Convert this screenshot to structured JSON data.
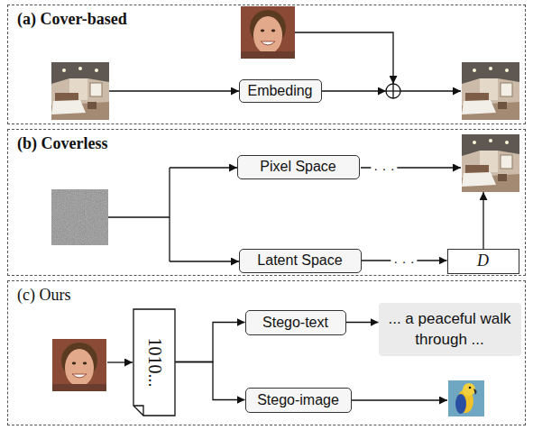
{
  "diagram": {
    "nodes": [
      {
        "text": [
          "(a) Cover-based"
        ]
      },
      {
        "text": [
          "Embeding"
        ],
        "in": 0
      },
      {
        "text": [
          "(b) Coverless"
        ]
      },
      {
        "text": [
          "Pixel Space"
        ],
        "in": 2
      },
      {
        "text": [
          "Latent Space"
        ],
        "in": 2
      },
      {
        "text": [
          "D"
        ],
        "in": 2
      },
      {
        "text": [
          "(c) Ours"
        ]
      },
      {
        "text": [
          "1010..."
        ],
        "in": 6
      },
      {
        "text": [
          "Stego-text"
        ],
        "in": 6
      },
      {
        "text": [
          "Stego-image"
        ],
        "in": 6
      },
      {
        "text": [
          "... a peaceful walk through ..."
        ],
        "in": 6
      }
    ],
    "edges": [
      {
        "from": 4,
        "to": 5,
        "arrow": "to",
        "label": "· · ·"
      },
      {
        "from": 7,
        "to": 8,
        "arrow": "to"
      },
      {
        "from": 7,
        "to": 9,
        "arrow": "to"
      },
      {
        "from": 8,
        "to": 10,
        "arrow": "to"
      }
    ],
    "labels": [
      "· · ·"
    ]
  }
}
